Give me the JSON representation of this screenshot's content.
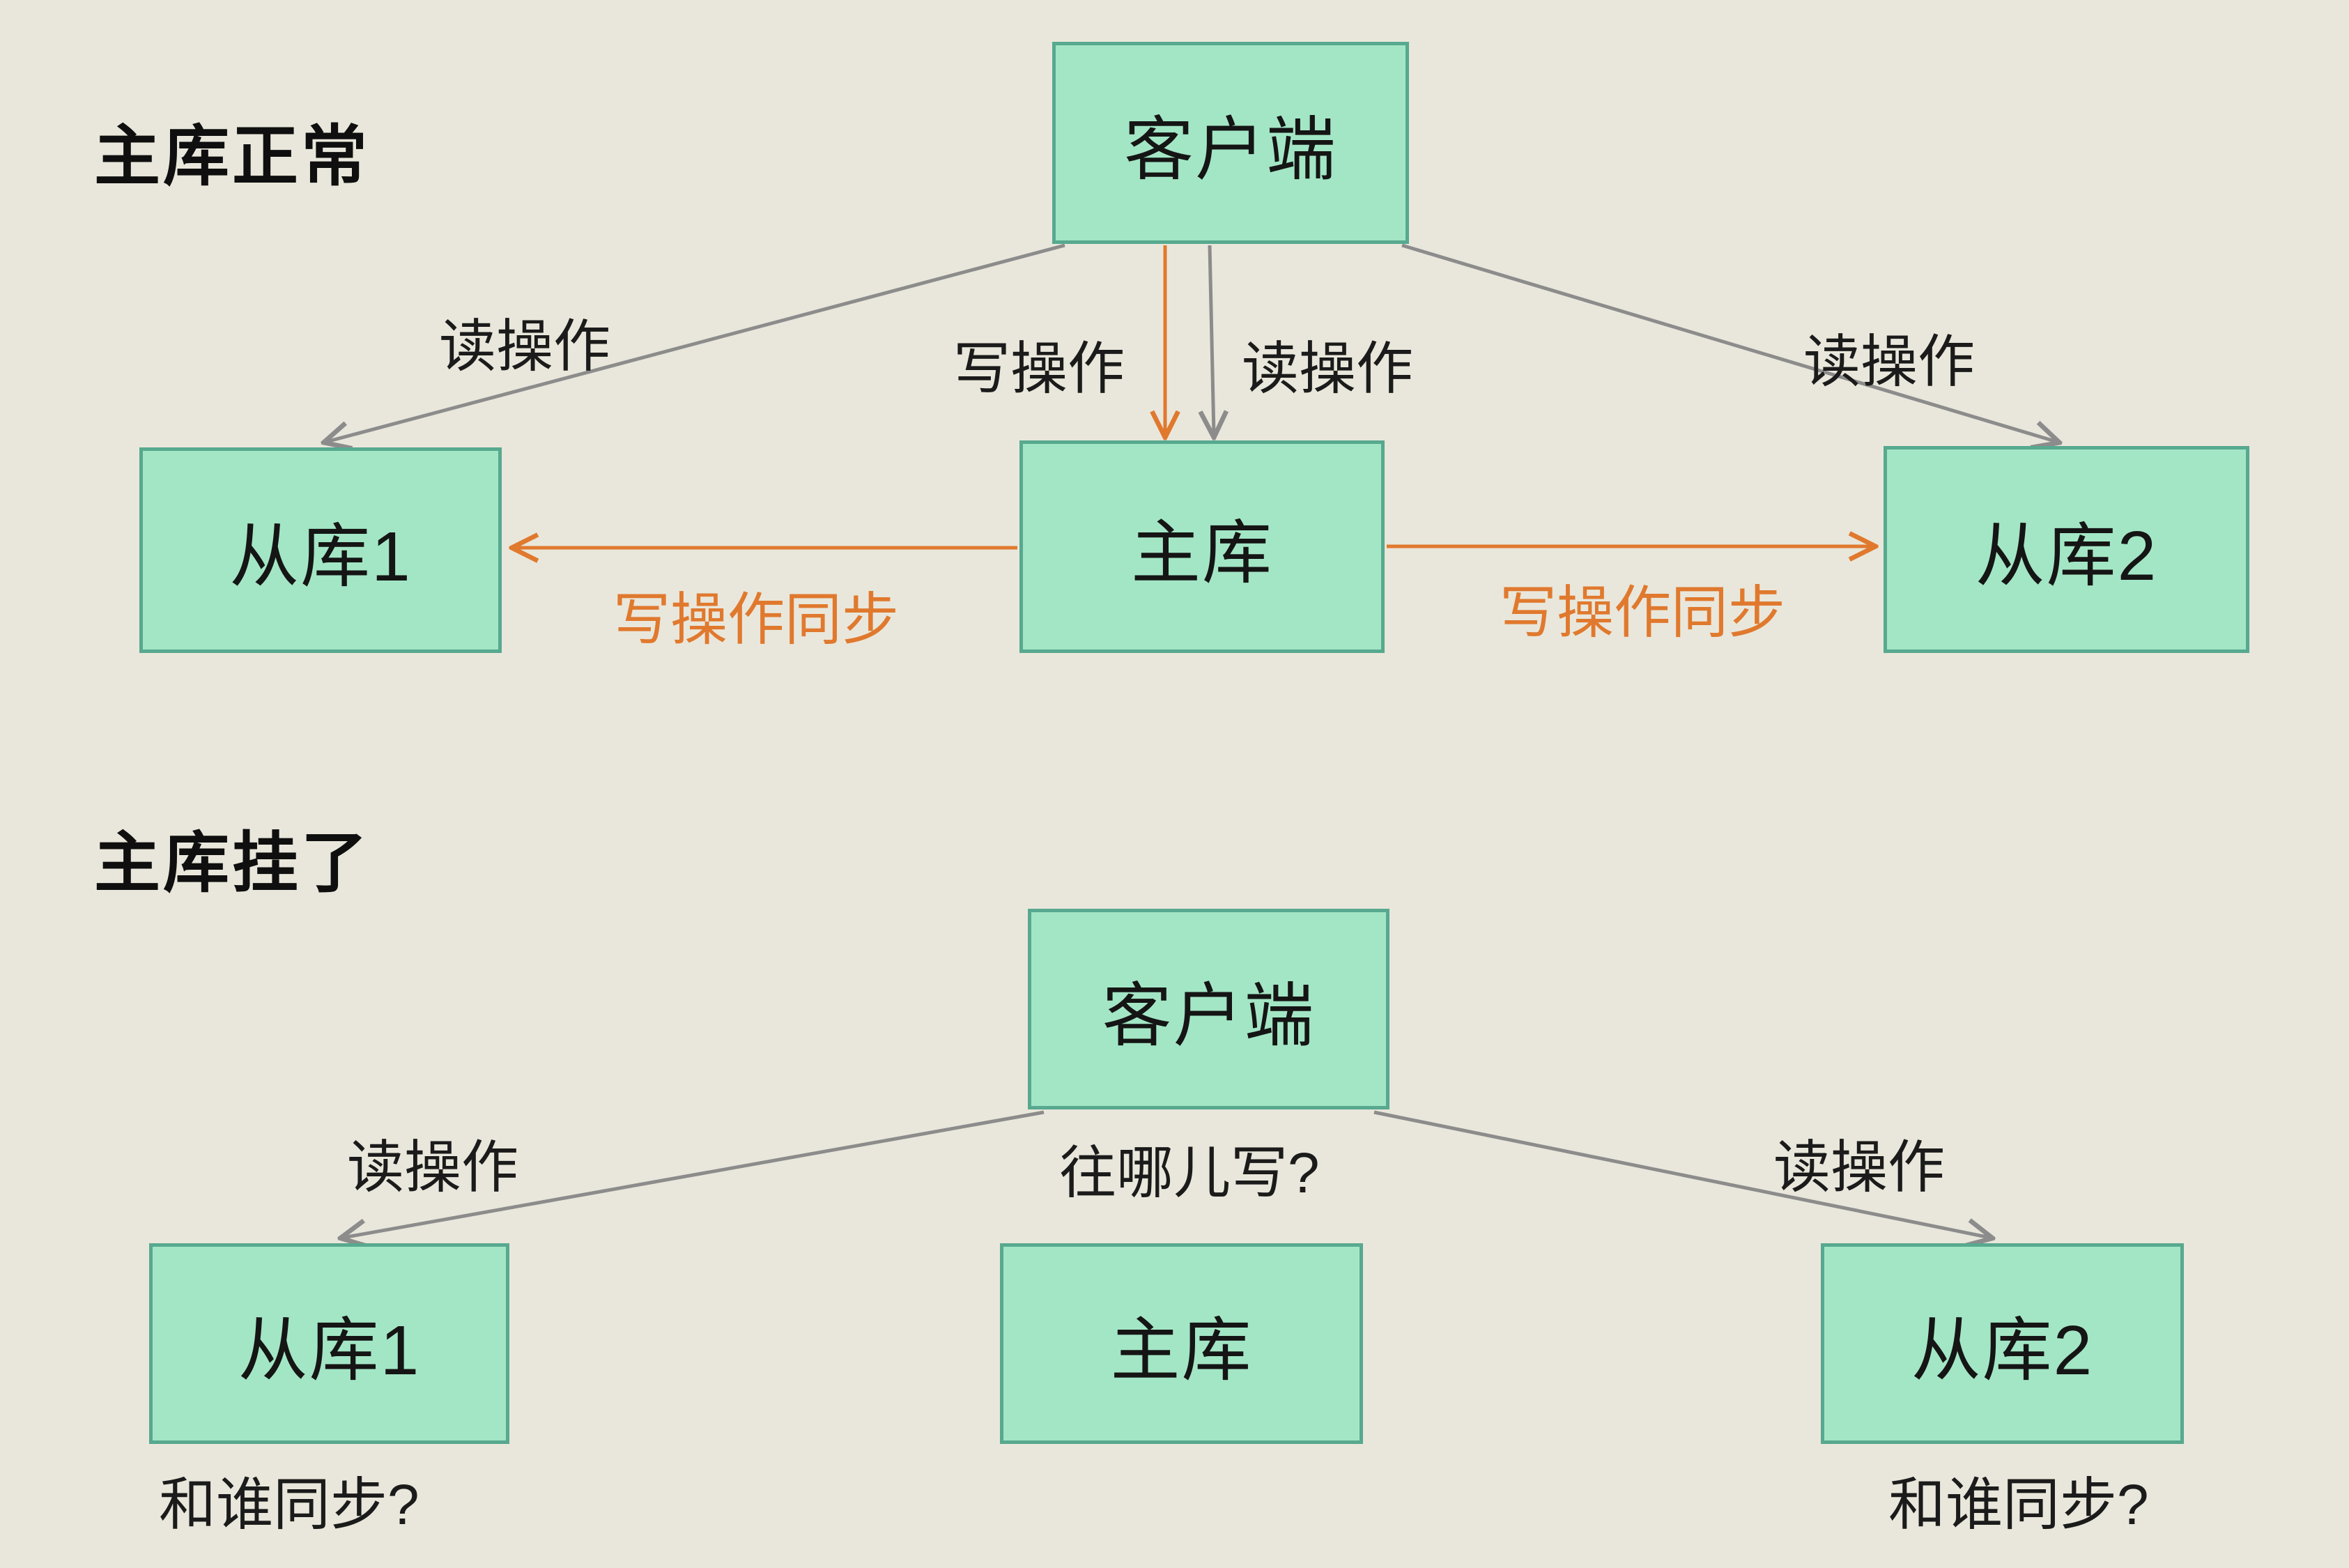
{
  "colors": {
    "background": "#e9e7db",
    "node_fill": "#a3e6c5",
    "node_border": "#57a98f",
    "arrow_gray": "#8c8c8c",
    "arrow_orange": "#e0792e",
    "text": "#1a1a1a"
  },
  "section1": {
    "title": "主库正常",
    "nodes": {
      "client": "客户端",
      "master": "主库",
      "slave1": "从库1",
      "slave2": "从库2"
    },
    "labels": {
      "read_left": "读操作",
      "write_center": "写操作",
      "read_center": "读操作",
      "read_right": "读操作",
      "sync_left": "写操作同步",
      "sync_right": "写操作同步"
    }
  },
  "section2": {
    "title": "主库挂了",
    "nodes": {
      "client": "客户端",
      "master": "主库",
      "slave1": "从库1",
      "slave2": "从库2"
    },
    "labels": {
      "read_left": "读操作",
      "write_question": "往哪儿写?",
      "read_right": "读操作",
      "sync_question_left": "和谁同步?",
      "sync_question_right": "和谁同步?"
    }
  }
}
